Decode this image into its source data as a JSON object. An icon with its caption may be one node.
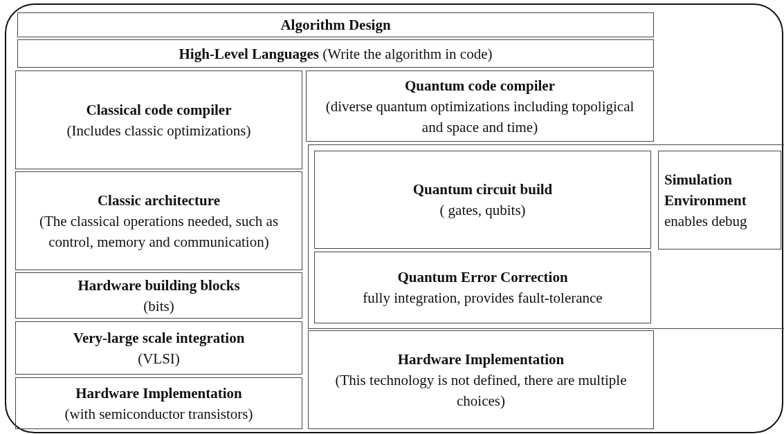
{
  "diagram": {
    "nodes": [
      {
        "text": [
          "Algorithm Design"
        ]
      },
      {
        "text": [
          "**High-Level Languages** (Write the algorithm in code)"
        ]
      },
      {
        "text": [
          "Classical code compiler",
          "(Includes classic optimizations)"
        ]
      },
      {
        "text": [
          "Quantum code compiler",
          "(diverse quantum optimizations including topoligical and space and time)"
        ]
      },
      {
        "text": [],
        "shape": "box"
      },
      {
        "text": [
          "Quantum circuit build",
          "( gates, qubits)"
        ],
        "in": 4
      },
      {
        "text": [
          "Simulation Environment",
          "enables debug"
        ],
        "in": 4
      },
      {
        "text": [
          "Quantum Error Correction",
          "fully integration, provides fault-tolerance"
        ],
        "in": 4
      },
      {
        "text": [
          "Classic architecture",
          "(The classical operations needed, such as control, memory and communication)"
        ]
      },
      {
        "text": [
          "Hardware building blocks",
          "(bits)"
        ]
      },
      {
        "text": [
          "Very-large scale integration",
          "(VLSI)"
        ]
      },
      {
        "text": [
          "Hardware Implementation",
          "(with semiconductor transistors)"
        ]
      },
      {
        "text": [
          "Hardware Implementation",
          "(This technology is not defined, there are multiple choices)"
        ]
      }
    ]
  }
}
